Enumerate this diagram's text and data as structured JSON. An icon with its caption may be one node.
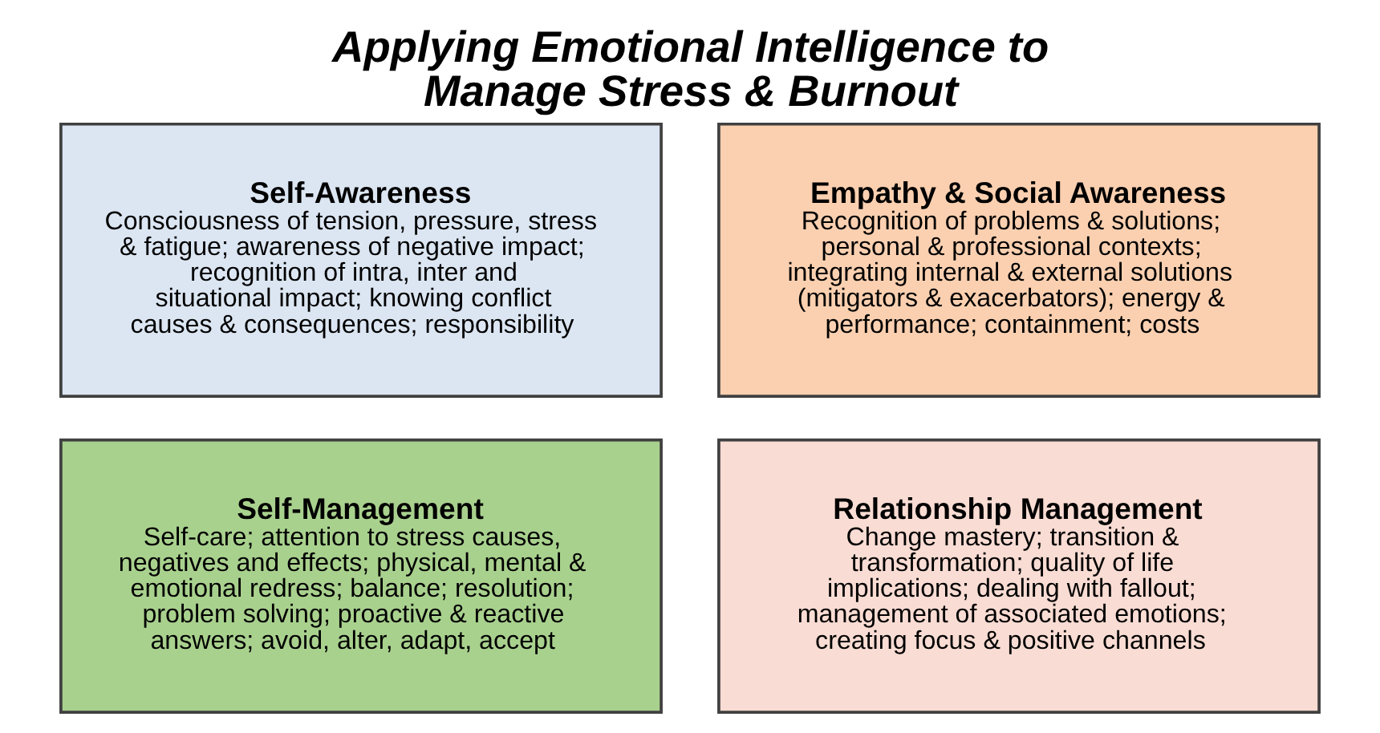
{
  "diagram": {
    "title": "Applying Emotional Intelligence to Manage Stress & Burnout",
    "nodes": [
      {
        "text": [
          "Self-Awareness",
          "Consciousness of tension, pressure, stress & fatigue; awareness of negative impact; recognition of intra, inter and situational impact; knowing conflict causes & consequences; responsibility"
        ]
      },
      {
        "text": [
          "Empathy & Social Awareness",
          "Recognition of problems & solutions; personal & professional contexts; integrating internal & external solutions (mitigators & exacerbators); energy & performance; containment; costs"
        ]
      },
      {
        "text": [
          "Self-Management",
          "Self-care; attention to stress causes, negatives and effects; physical, mental & emotional redress; balance; resolution; problem solving; proactive & reactive answers; avoid, alter, adapt, accept"
        ]
      },
      {
        "text": [
          "Relationship Management",
          "Change mastery; transition & transformation; quality of life implications; dealing with fallout; management of associated emotions; creating focus & positive channels"
        ]
      }
    ],
    "edges": []
  }
}
